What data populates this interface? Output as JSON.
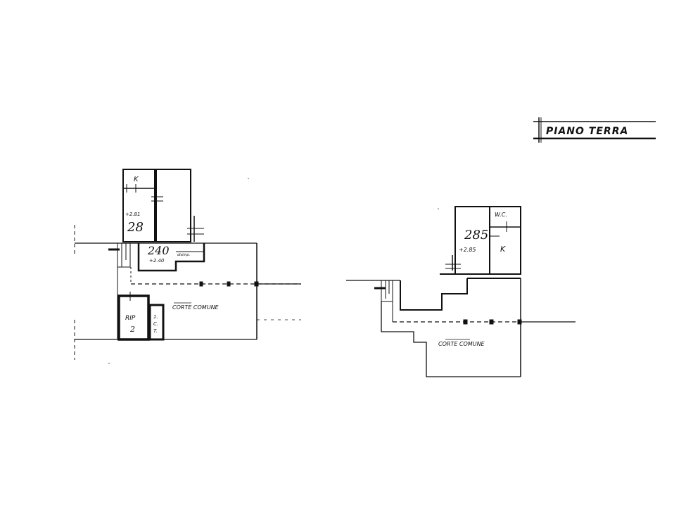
{
  "title": {
    "label": "PIANO TERRA"
  },
  "left_unit": {
    "rooms": {
      "upper_left_small": "K",
      "elevation_main": "+2.81",
      "handwritten_main": "28",
      "handwritten_entry": "240",
      "elevation_entry": "+2.40",
      "small_side_label": "disimp.",
      "storage_room": "RIP",
      "storage_subscript": "2",
      "ct_room_1": "1.",
      "ct_room_2": "C.",
      "ct_room_3": "T."
    },
    "courtyard_label": "CORTE COMUNE"
  },
  "right_unit": {
    "rooms": {
      "wc": "W.C.",
      "kitchen": "K",
      "handwritten_main": "285",
      "elevation_main": "+2.85"
    },
    "courtyard_label": "CORTE COMUNE"
  },
  "colors": {
    "ink": "#111111",
    "paper": "#ffffff",
    "faint": "#555555"
  }
}
